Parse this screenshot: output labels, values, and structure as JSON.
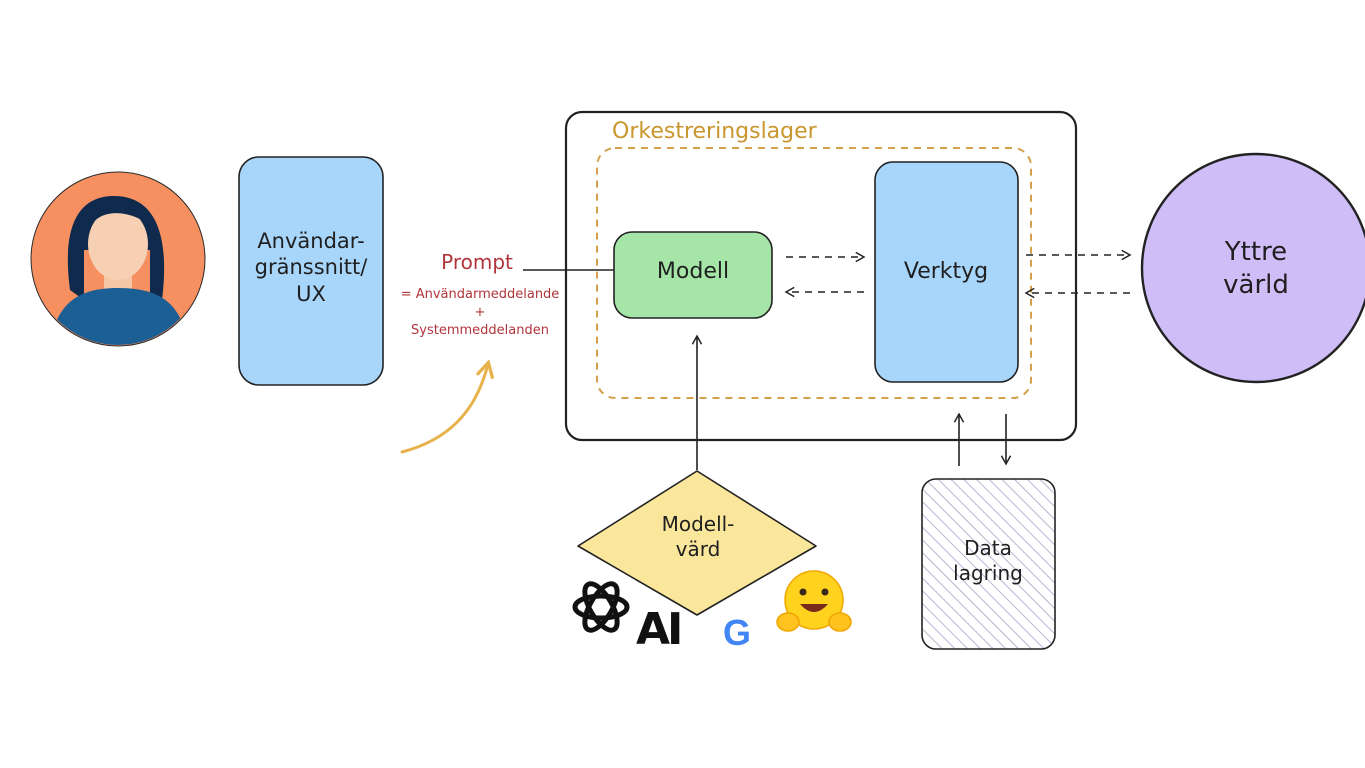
{
  "user": {
    "avatar_icon": "person-avatar-icon",
    "bg_color": "#f79060",
    "shirt_color": "#1c5f95",
    "hair_color": "#0f2a4d"
  },
  "ui_box": {
    "lines": [
      "Användar-",
      "gränssnitt/",
      "UX"
    ],
    "fill": "#a8d5fa"
  },
  "prompt": {
    "title": "Prompt",
    "line1": "= Användarmeddelande",
    "plus": "+",
    "line2": "Systemmeddelanden",
    "color": "#b0353b"
  },
  "orchestration": {
    "title": "Orkestreringslager",
    "title_color": "#c9962e"
  },
  "model": {
    "label": "Modell",
    "fill": "#a6e5a8"
  },
  "tools": {
    "label": "Verktyg",
    "fill": "#a8d5fa"
  },
  "outer_world": {
    "lines": [
      "Yttre",
      "värld"
    ],
    "fill": "#cfbdf7"
  },
  "model_host": {
    "lines": [
      "Modell-",
      "värd"
    ],
    "fill": "#fbe79c"
  },
  "data_storage": {
    "lines": [
      "Data",
      "lagring"
    ]
  },
  "provider_logos": {
    "openai": "openai-logo-icon",
    "anthropic": "AI",
    "google": "G",
    "huggingface": "huggingface-logo-icon"
  }
}
